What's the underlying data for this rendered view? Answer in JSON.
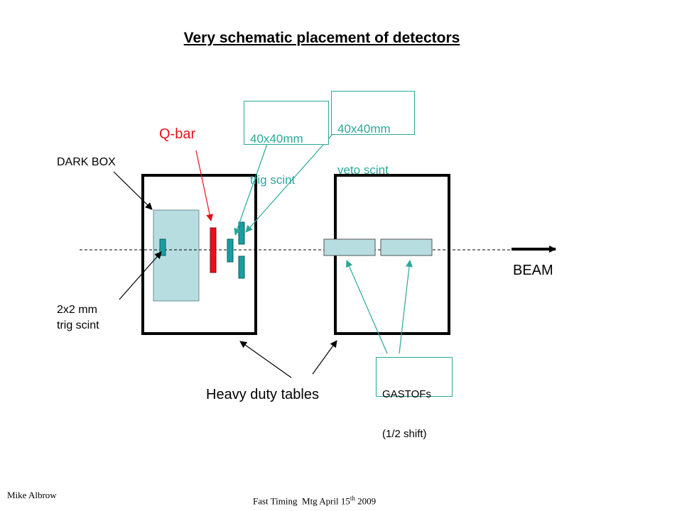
{
  "slide": {
    "title": "Very schematic placement of detectors",
    "author": "Mike Albrow",
    "footer_prefix": "Fast Timing  Mtg April 15",
    "footer_sup": "th",
    "footer_suffix": " 2009"
  },
  "labels": {
    "qbar": "Q-bar",
    "dark_box": "DARK BOX",
    "trig_2x2_line1": "2x2 mm",
    "trig_2x2_line2": "trig scint",
    "trig_40_line1": "40x40mm",
    "trig_40_line2": "trig scint",
    "veto_40_line1": "40x40mm",
    "veto_40_line2": "veto scint",
    "beam": "BEAM",
    "tables": "Heavy duty tables",
    "gastof_line1": "GASTOFs",
    "gastof_line2": "(1/2 shift)"
  },
  "colors": {
    "outline": "#000000",
    "box_fill": "#b7dde0",
    "teal_scint": "#1a9da0",
    "qbar": "#e8101a",
    "qbar_text": "#e8101a",
    "callout_border": "#2aa89a",
    "callout_text": "#2aa89a",
    "callout_arrow": "#2aa89a"
  }
}
